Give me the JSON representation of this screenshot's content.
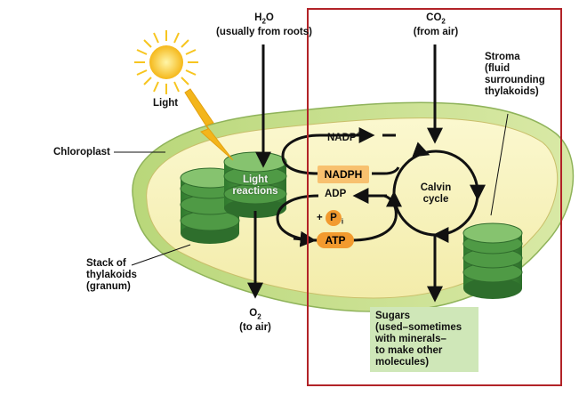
{
  "labels": {
    "h2o_formula": "H",
    "h2o_sub": "2",
    "h2o_tail": "O",
    "h2o_source": "(usually from roots)",
    "co2_formula": "CO",
    "co2_sub": "2",
    "co2_source": "(from air)",
    "stroma": "Stroma",
    "stroma_desc_1": "(fluid",
    "stroma_desc_2": "surrounding",
    "stroma_desc_3": "thylakoids)",
    "light": "Light",
    "chloroplast": "Chloroplast",
    "light_reactions_1": "Light",
    "light_reactions_2": "reactions",
    "nadp": "NADP",
    "nadp_sup": "+",
    "nadph": "NADPH",
    "adp": "ADP",
    "plus": "+",
    "pi": "P",
    "pi_sub": "i",
    "atp": "ATP",
    "calvin_1": "Calvin",
    "calvin_2": "cycle",
    "stack_1": "Stack of",
    "stack_2": "thylakoids",
    "stack_3": "(granum)",
    "o2_formula": "O",
    "o2_sub": "2",
    "o2_dest": "(to air)",
    "sugars_1": "Sugars",
    "sugars_2": "(used–sometimes",
    "sugars_3": "with minerals–",
    "sugars_4": "to make other",
    "sugars_5": "molecules)"
  },
  "colors": {
    "frame": "#b22328",
    "chloroplast_outer": "#c6dc8a",
    "stroma_fill": "#f7f2b4",
    "granum": "#3f8a3a",
    "granum_top": "#7dbd6a",
    "nadph_box": "#f8c16f",
    "atp_oval": "#f29a2e",
    "sugars_box": "#cfe7b8",
    "sun": "#f7c51f",
    "bolt": "#f3b51b"
  },
  "icons": [
    "sun-icon",
    "lightning-icon"
  ]
}
